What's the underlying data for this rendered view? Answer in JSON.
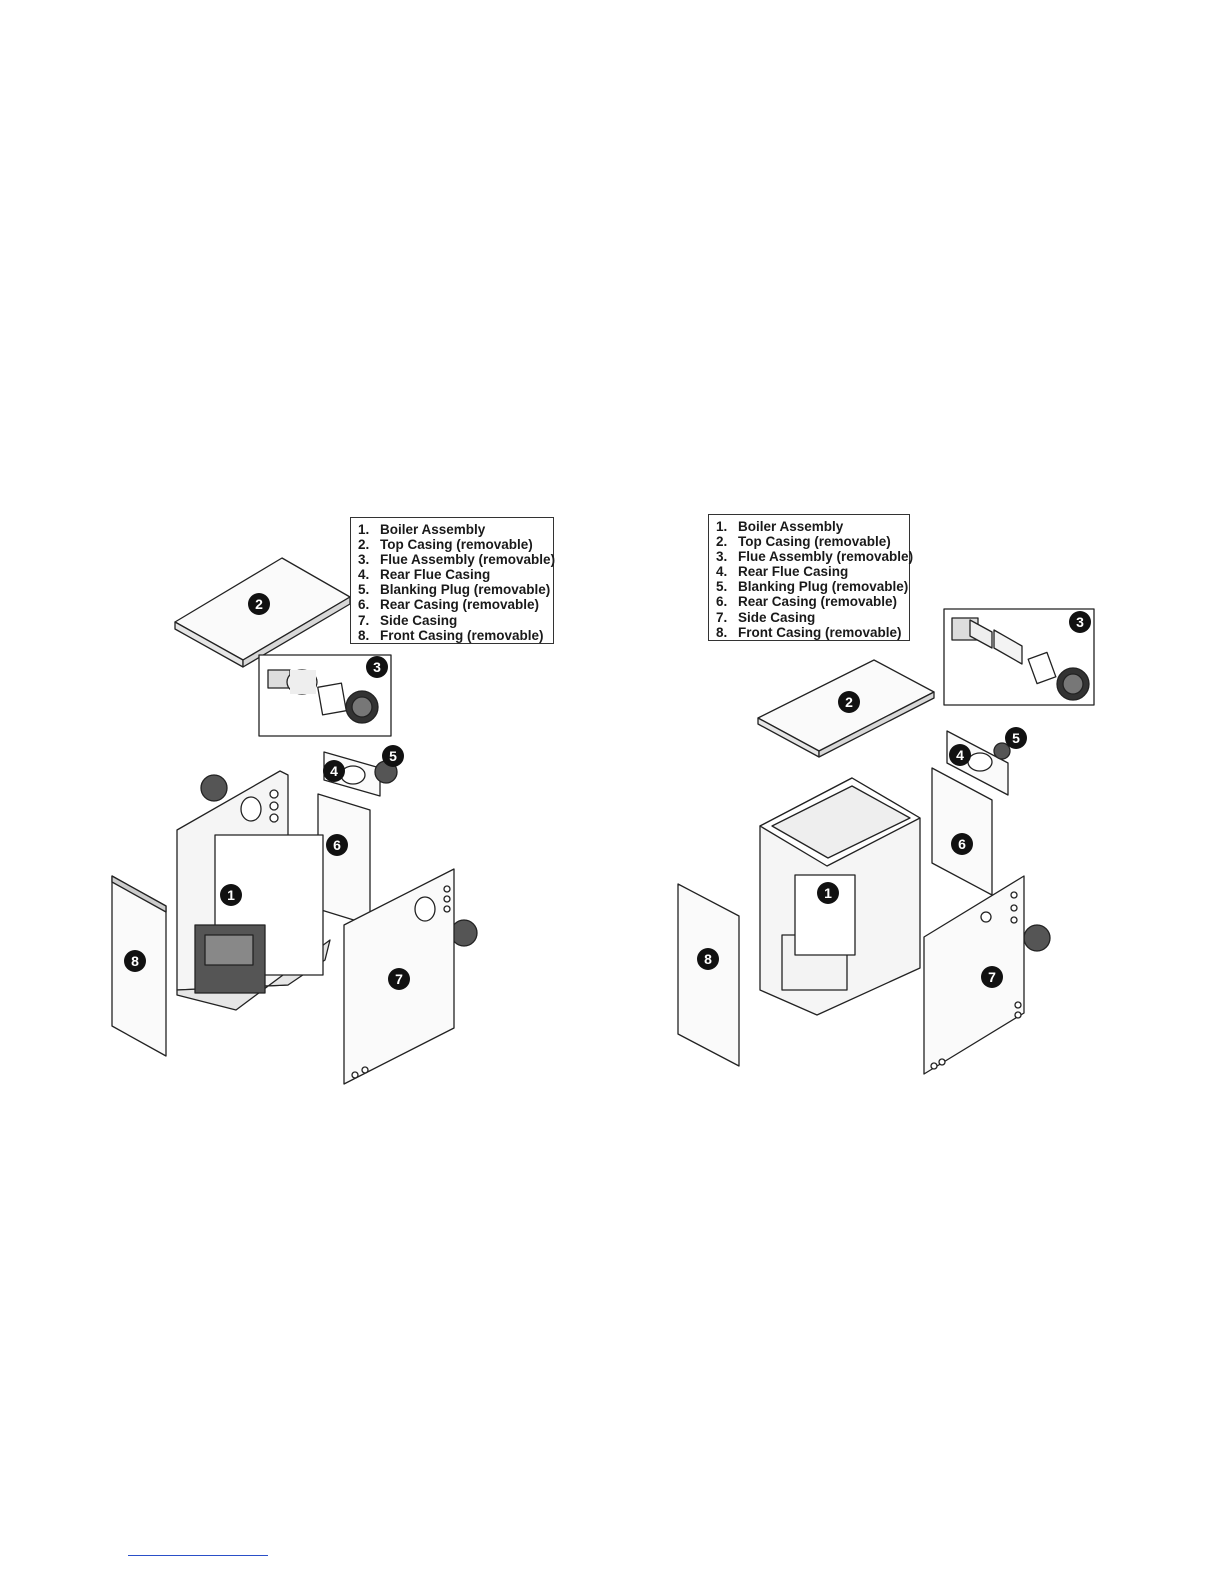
{
  "diagrams": [
    {
      "legend": [
        {
          "num": "1.",
          "label": "Boiler Assembly"
        },
        {
          "num": "2.",
          "label": "Top Casing (removable)"
        },
        {
          "num": "3.",
          "label": "Flue Assembly (removable)"
        },
        {
          "num": "4.",
          "label": "Rear Flue Casing"
        },
        {
          "num": "5.",
          "label": "Blanking Plug (removable)"
        },
        {
          "num": "6.",
          "label": "Rear Casing (removable)"
        },
        {
          "num": "7.",
          "label": "Side Casing"
        },
        {
          "num": "8.",
          "label": "Front Casing (removable)"
        }
      ],
      "callouts": [
        "1",
        "2",
        "3",
        "4",
        "5",
        "6",
        "7",
        "8"
      ]
    },
    {
      "legend": [
        {
          "num": "1.",
          "label": "Boiler Assembly"
        },
        {
          "num": "2.",
          "label": "Top Casing (removable)"
        },
        {
          "num": "3.",
          "label": "Flue Assembly (removable)"
        },
        {
          "num": "4.",
          "label": "Rear Flue Casing"
        },
        {
          "num": "5.",
          "label": "Blanking Plug (removable)"
        },
        {
          "num": "6.",
          "label": "Rear Casing (removable)"
        },
        {
          "num": "7.",
          "label": "Side Casing"
        },
        {
          "num": "8.",
          "label": "Front Casing (removable)"
        }
      ],
      "callouts": [
        "1",
        "2",
        "3",
        "4",
        "5",
        "6",
        "7",
        "8"
      ]
    }
  ]
}
